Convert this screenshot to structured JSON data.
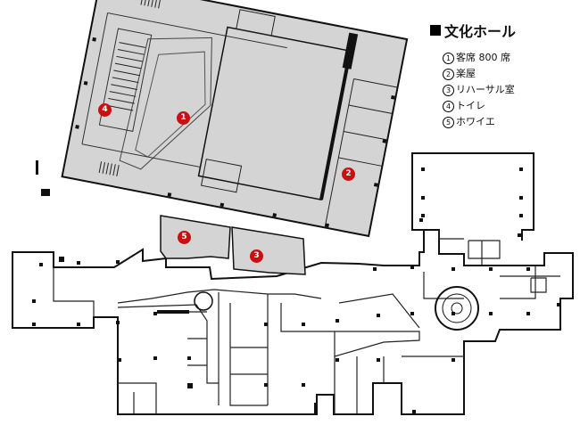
{
  "legend": {
    "title": "文化ホール",
    "items": [
      {
        "num": "1",
        "label": "客席 800 席"
      },
      {
        "num": "2",
        "label": "楽屋"
      },
      {
        "num": "3",
        "label": "リハーサル室"
      },
      {
        "num": "4",
        "label": "トイレ"
      },
      {
        "num": "5",
        "label": "ホワイエ"
      }
    ]
  },
  "markers": [
    {
      "num": "1"
    },
    {
      "num": "2"
    },
    {
      "num": "3"
    },
    {
      "num": "4"
    },
    {
      "num": "5"
    }
  ],
  "colors": {
    "floor_fill": "#d4d4d4",
    "wall": "#111111",
    "marker": "#c81010"
  }
}
